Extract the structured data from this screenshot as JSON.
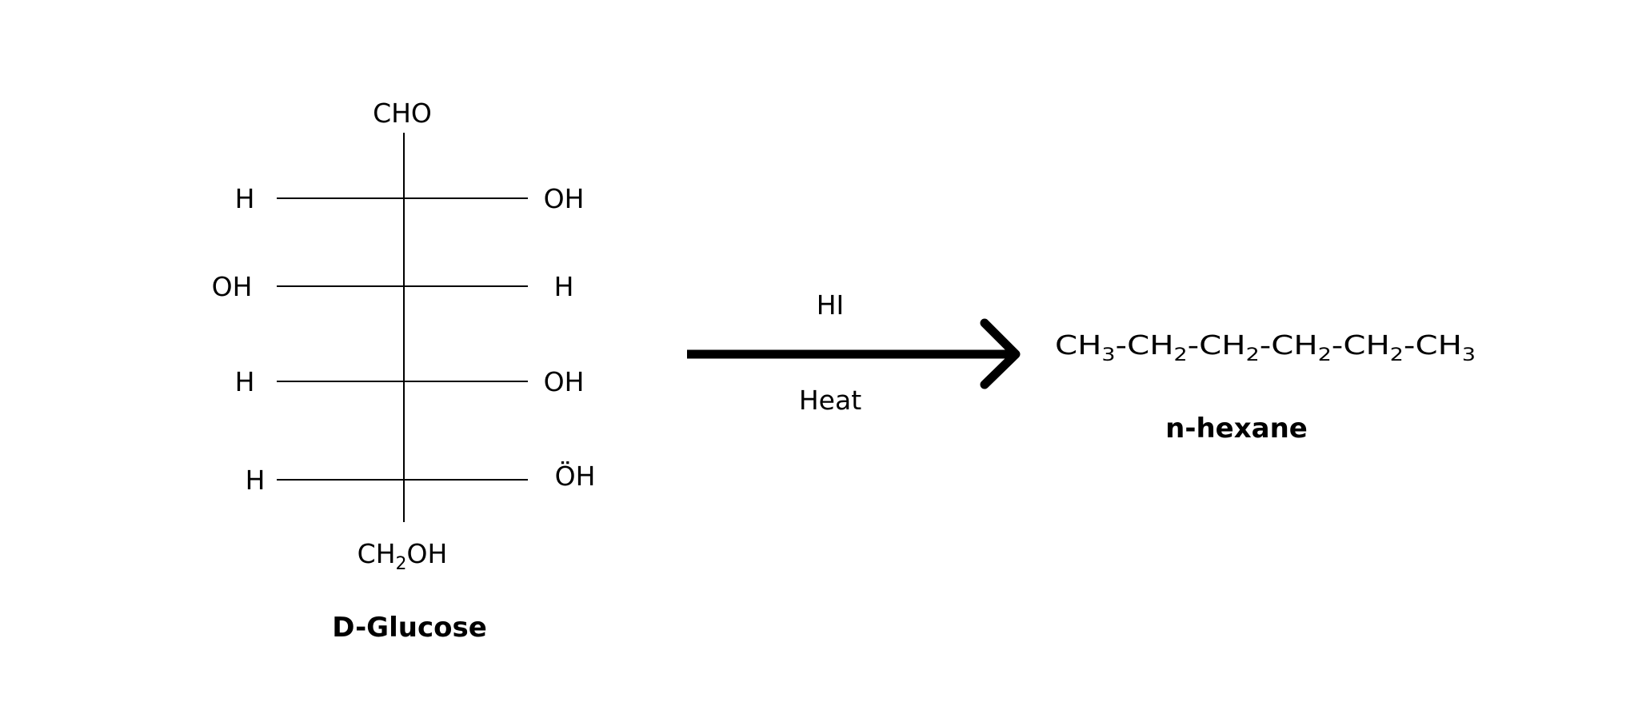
{
  "reactant": {
    "name": "D-Glucose",
    "top_group": "CHO",
    "bottom_group": {
      "main": "CH",
      "sub": "2",
      "rest": "OH"
    },
    "rows": [
      {
        "left": "H",
        "right": "OH"
      },
      {
        "left": "OH",
        "right": "H"
      },
      {
        "left": "H",
        "right": "OH"
      },
      {
        "left": "H",
        "right": "ÖH"
      }
    ]
  },
  "reaction": {
    "reagent": "HI",
    "condition": "Heat"
  },
  "product": {
    "name": "n-hexane",
    "formula": [
      {
        "main": "CH",
        "sub": "3"
      },
      {
        "main": "-CH",
        "sub": "2"
      },
      {
        "main": "-CH",
        "sub": "2"
      },
      {
        "main": "-CH",
        "sub": "2"
      },
      {
        "main": "-CH",
        "sub": "2"
      },
      {
        "main": "-CH",
        "sub": "3"
      }
    ]
  }
}
